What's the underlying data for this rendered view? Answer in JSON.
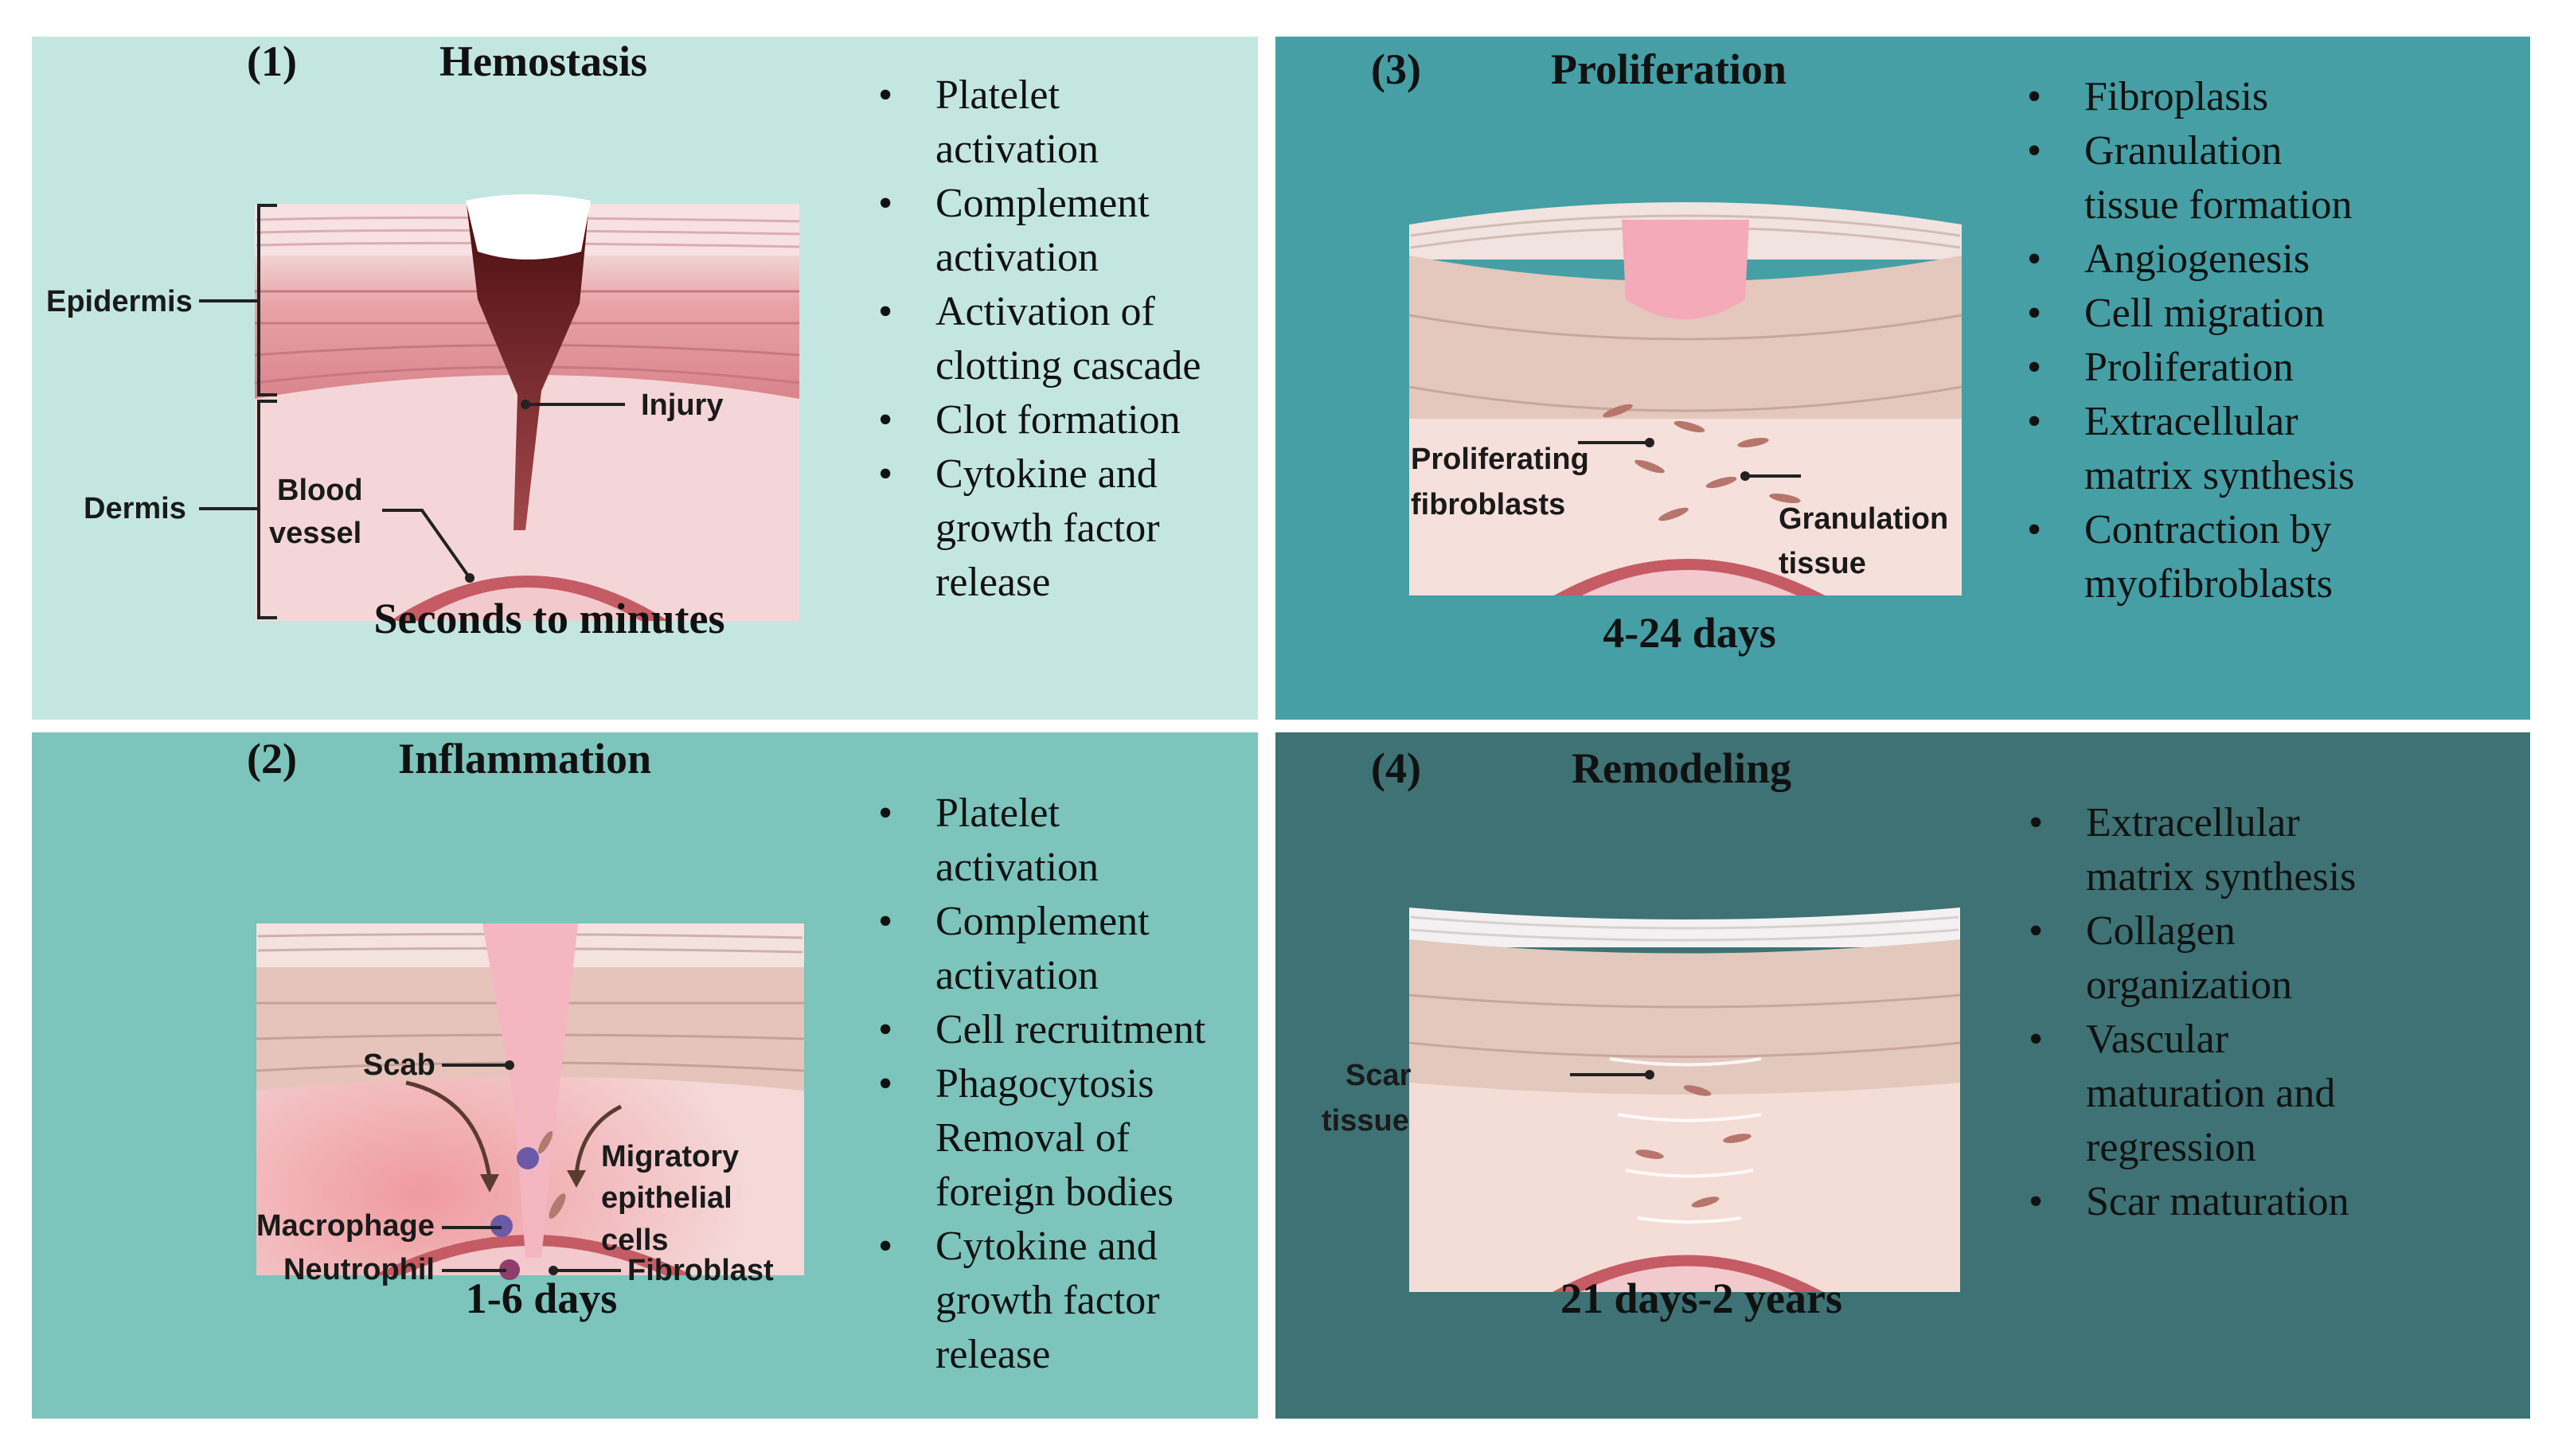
{
  "panels": {
    "hemostasis": {
      "number": "(1)",
      "title": "Hemostasis",
      "duration": "Seconds to minutes",
      "bullets": [
        [
          "Platelet",
          "activation"
        ],
        [
          "Complement",
          "activation"
        ],
        [
          "Activation of",
          "clotting cascade"
        ],
        [
          "Clot formation"
        ],
        [
          "Cytokine and",
          "growth factor",
          "release"
        ]
      ],
      "labels": {
        "epidermis": "Epidermis",
        "dermis": "Dermis",
        "blood_vessel_1": "Blood",
        "blood_vessel_2": "vessel",
        "injury": "Injury"
      }
    },
    "inflammation": {
      "number": "(2)",
      "title": "Inflammation",
      "duration": "1-6 days",
      "bullets": [
        [
          "Platelet",
          "activation"
        ],
        [
          "Complement",
          "activation"
        ],
        [
          "Cell recruitment"
        ],
        [
          "Phagocytosis",
          "Removal of",
          "foreign bodies"
        ],
        [
          "Cytokine and",
          "growth factor",
          "release"
        ]
      ],
      "labels": {
        "scab": "Scab",
        "macrophage": "Macrophage",
        "neutrophil": "Neutrophil",
        "migratory_1": "Migratory",
        "migratory_2": "epithelial",
        "migratory_3": "cells",
        "fibroblast": "Fibroblast"
      }
    },
    "proliferation": {
      "number": "(3)",
      "title": "Proliferation",
      "duration": "4-24 days",
      "bullets": [
        [
          "Fibroplasis"
        ],
        [
          "Granulation",
          "tissue formation"
        ],
        [
          "Angiogenesis"
        ],
        [
          "Cell migration"
        ],
        [
          "Proliferation"
        ],
        [
          "Extracellular",
          "matrix synthesis"
        ],
        [
          "Contraction by",
          "myofibroblasts"
        ]
      ],
      "labels": {
        "prolif_1": "Proliferating",
        "prolif_2": "fibroblasts",
        "gran_1": "Granulation",
        "gran_2": "tissue"
      }
    },
    "remodeling": {
      "number": "(4)",
      "title": "Remodeling",
      "duration": "21 days-2 years",
      "bullets": [
        [
          "Extracellular",
          "matrix synthesis"
        ],
        [
          "Collagen",
          "organization"
        ],
        [
          "Vascular",
          "maturation and",
          "regression"
        ],
        [
          "Scar maturation"
        ]
      ],
      "labels": {
        "scar_1": "Scar",
        "scar_2": "tissue"
      }
    }
  }
}
